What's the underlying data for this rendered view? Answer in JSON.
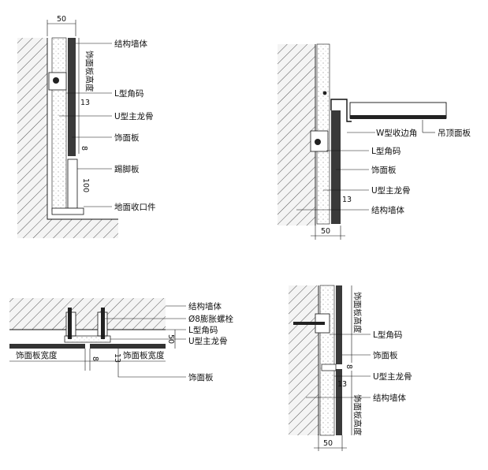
{
  "panel_a": {
    "dim_top": "50",
    "vertical_label": "饰面板高度",
    "dim_13": "13",
    "dim_8": "8",
    "dim_100": "100",
    "labels": [
      "结构墙体",
      "L型角码",
      "U型主龙骨",
      "饰面板",
      "踢脚板",
      "地面收口件"
    ]
  },
  "panel_b": {
    "dim_bottom": "50",
    "dim_13": "13",
    "labels": [
      "W型收边角",
      "吊顶面板",
      "L型角码",
      "饰面板",
      "U型主龙骨",
      "结构墙体"
    ]
  },
  "panel_c": {
    "dim_50": "50",
    "dim_8": "8",
    "dim_13": "13",
    "width_left": "饰面板宽度",
    "width_right": "饰面板宽度",
    "labels": [
      "结构墙体",
      "Ø8膨胀螺栓",
      "L型角码",
      "U型主龙骨",
      "饰面板"
    ]
  },
  "panel_d": {
    "vertical_top": "饰面板高度",
    "vertical_bottom": "饰面板高度",
    "dim_8": "8",
    "dim_13": "13",
    "dim_bottom": "50",
    "labels": [
      "L型角码",
      "饰面板",
      "U型主龙骨",
      "结构墙体"
    ]
  }
}
